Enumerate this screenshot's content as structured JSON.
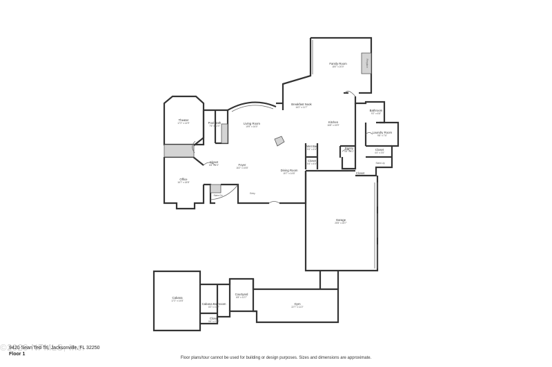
{
  "rooms": {
    "family_room": {
      "name": "Family Room",
      "dims": "18'0\" x 20'0\""
    },
    "fireplace": {
      "name": "Fireplace"
    },
    "breakfast_nook": {
      "name": "Breakfast Nook",
      "dims": "16'2\" x 11'7\""
    },
    "kitchen": {
      "name": "Kitchen",
      "dims": "16'8\" x 15'9\""
    },
    "bathroom": {
      "name": "Bathroom",
      "dims": "9'2\" x 6'8\""
    },
    "laundry_room": {
      "name": "Laundry Room",
      "dims": "9'8\" x 7'6\""
    },
    "closet_laundry": {
      "name": "Closet",
      "dims": "4'4\" x 3'5\""
    },
    "stairs_up_right": {
      "name": "Stairs Up"
    },
    "pantry": {
      "name": "Pantry",
      "dims": "4'8\" x 5'1\""
    },
    "wet_bar": {
      "name": "Wet Bar",
      "dims": "5'4\" x 4'8\""
    },
    "closet_wetbar": {
      "name": "Closet",
      "dims": "5'4\" x 4'8\""
    },
    "closet_garage": {
      "name": "Closet"
    },
    "theater": {
      "name": "Theater",
      "dims": "17'2\" x 14'9\""
    },
    "powder_bath": {
      "name": "Pool Bath",
      "dims": "7'6\" x 11'4\""
    },
    "living_room": {
      "name": "Living Room",
      "dims": "19'9\" x 16'0\""
    },
    "closet_foyer": {
      "name": "Closet",
      "dims": "6'8\" x 4'9\""
    },
    "foyer": {
      "name": "Foyer",
      "dims": "16'2\" x 15'8\""
    },
    "dining_room": {
      "name": "Dining Room",
      "dims": "15'7\" x 14'8\""
    },
    "office": {
      "name": "Office",
      "dims": "16'7\" x 18'8\""
    },
    "stairs_down": {
      "name": "Stairs Dn"
    },
    "entry": {
      "name": "Entry"
    },
    "garage": {
      "name": "Garage",
      "dims": "25'5\" x 25'7\""
    },
    "cabana": {
      "name": "Cabana",
      "dims": "17'2\" x 14'8\""
    },
    "cabana_bathroom": {
      "name": "Cabana Bathroom",
      "dims": "8'2\" x 10'2\""
    },
    "closet_cabana": {
      "name": "Closet",
      "dims": "5'6\" x 4'10\""
    },
    "courtyard": {
      "name": "Courtyard",
      "dims": "8'8\" x 10'7\""
    },
    "gym": {
      "name": "Gym",
      "dims": "22'7\" x 11'2\""
    }
  },
  "footer": {
    "address": "9420 Sean Ted Trl, Jacksonville, FL 32250",
    "floor": "Floor 1",
    "watermark": "©2020 NFMLS, Inc.",
    "disclaimer": "Floor plans/tour cannot be used for building or design purposes. Sizes and dimensions are approximate."
  }
}
